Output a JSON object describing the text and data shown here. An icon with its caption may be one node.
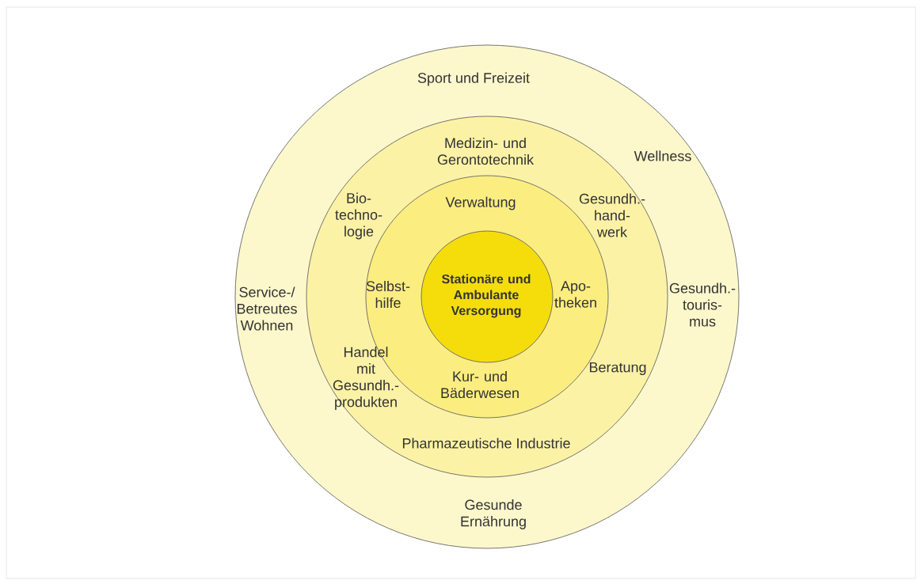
{
  "diagram": {
    "nodes": [
      {
        "text": [
          "Sport und Freizeit",
          "Wellness",
          "Service-/ Betreutes Wohnen",
          "Gesundh.- touris- mus",
          "Gesunde Ernährung"
        ]
      },
      {
        "text": [
          "Medizin- und Gerontotechnik",
          "Bio- techno- logie",
          "Gesundh.- hand- werk",
          "Handel mit Gesundh.- produkten",
          "Beratung",
          "Pharmazeutische Industrie"
        ],
        "in": 0
      },
      {
        "text": [
          "Verwaltung",
          "Selbst- hilfe",
          "Apo- theken",
          "Kur- und Bäderwesen"
        ],
        "in": 1
      },
      {
        "text": [
          "**Stationäre und Ambulante Versorgung**"
        ],
        "in": 2
      }
    ]
  }
}
